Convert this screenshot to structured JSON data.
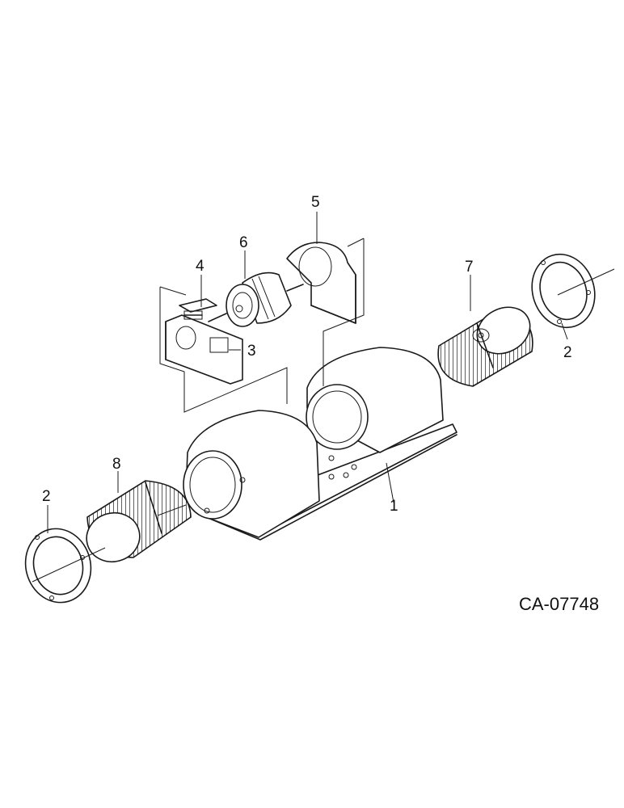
{
  "diagram": {
    "callouts": {
      "housing": "1",
      "ring_right": "2",
      "ring_left": "2",
      "bracket_left": "3",
      "brush_plate": "4",
      "bracket_right": "5",
      "motor": "6",
      "wheel_right": "7",
      "wheel_left": "8"
    },
    "drawing_code": "CA-07748"
  }
}
